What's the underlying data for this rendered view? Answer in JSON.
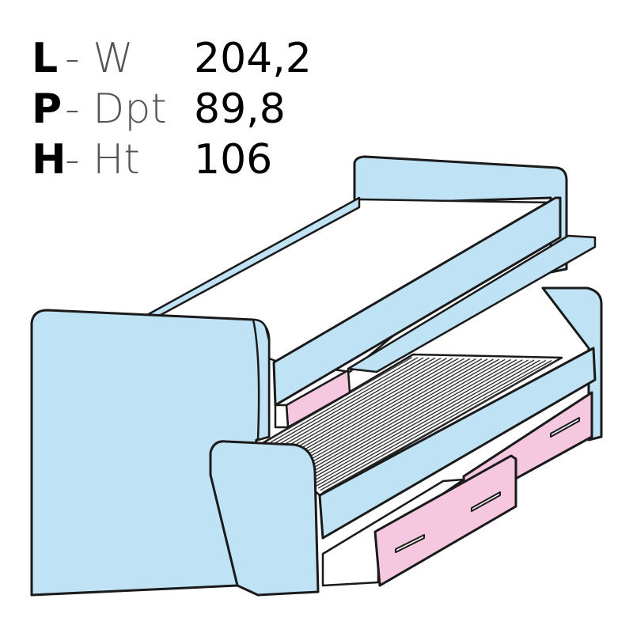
{
  "dimensions": [
    {
      "code": "L",
      "label": "- W",
      "value": "204,2"
    },
    {
      "code": "P",
      "label": "- Dpt",
      "value": "89,8"
    },
    {
      "code": "H",
      "label": "- Ht",
      "value": "106"
    }
  ],
  "colors": {
    "frame": "#bfe3f5",
    "drawer": "#f6c8e0",
    "outline": "#1a1a1a",
    "white": "#ffffff",
    "slat_dark": "#333333"
  }
}
